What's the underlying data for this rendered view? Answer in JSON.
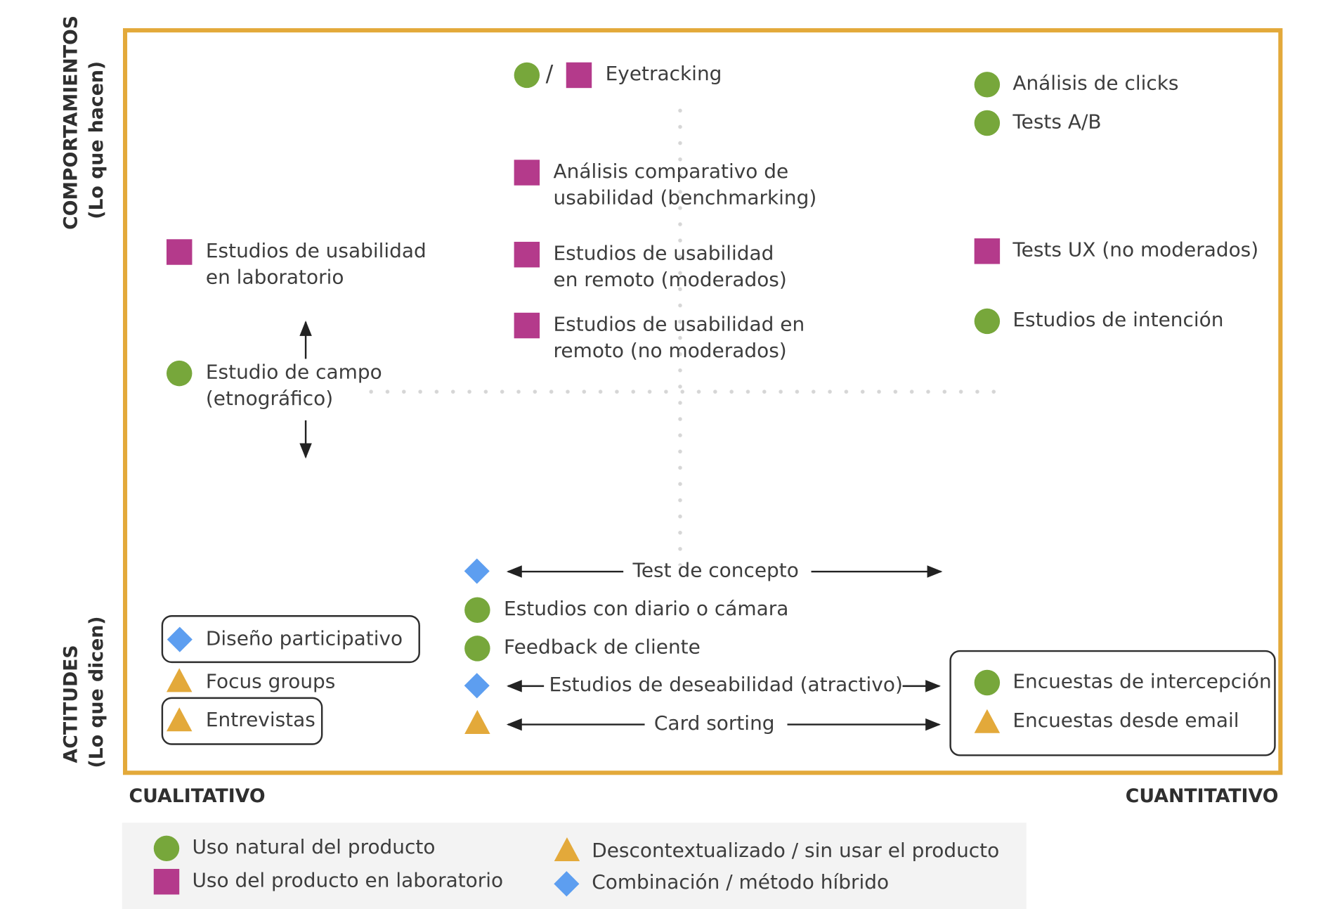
{
  "axes": {
    "y_top_title": "COMPORTAMIENTOS",
    "y_top_sub": "(Lo que hacen)",
    "y_bottom_title": "ACTITUDES",
    "y_bottom_sub": "(Lo que dicen)",
    "x_left": "CUALITATIVO",
    "x_right": "CUANTITATIVO"
  },
  "methods": {
    "eyetracking": "Eyetracking",
    "slash": "/",
    "clicks": "Análisis de clicks",
    "ab": "Tests A/B",
    "benchmark_1": "Análisis comparativo de",
    "benchmark_2": "usabilidad (benchmarking)",
    "lab_1": "Estudios de usabilidad",
    "lab_2": "en laboratorio",
    "remote_mod_1": "Estudios de usabilidad",
    "remote_mod_2": "en remoto (moderados)",
    "ux_unmod": "Tests UX (no moderados)",
    "remote_unmod_1": "Estudios de usabilidad en",
    "remote_unmod_2": "remoto (no moderados)",
    "intent": "Estudios de intención",
    "field_1": "Estudio de campo",
    "field_2": "(etnográfico)",
    "concept": "Test de concepto",
    "diary": "Estudios con diario o cámara",
    "feedback": "Feedback de cliente",
    "desirability": "Estudios de deseabilidad (atractivo)",
    "cardsort": "Card sorting",
    "participatory": "Diseño participativo",
    "focus": "Focus groups",
    "interviews": "Entrevistas",
    "intercept": "Encuestas de intercepción",
    "email": "Encuestas desde email"
  },
  "legend": {
    "natural": "Uso natural del producto",
    "lab": "Uso del producto en laboratorio",
    "decontext": "Descontextualizado / sin usar el producto",
    "hybrid": "Combinación / método híbrido"
  },
  "colors": {
    "frame": "#e3a93a",
    "natural_circle": "#77a73b",
    "lab_square": "#b43a8b",
    "decontext_triangle": "#e3a93a",
    "hybrid_diamond": "#5d9ef0"
  },
  "icons": {
    "natural": "green-circle",
    "lab": "magenta-square",
    "decontext": "orange-triangle",
    "hybrid": "blue-diamond"
  }
}
